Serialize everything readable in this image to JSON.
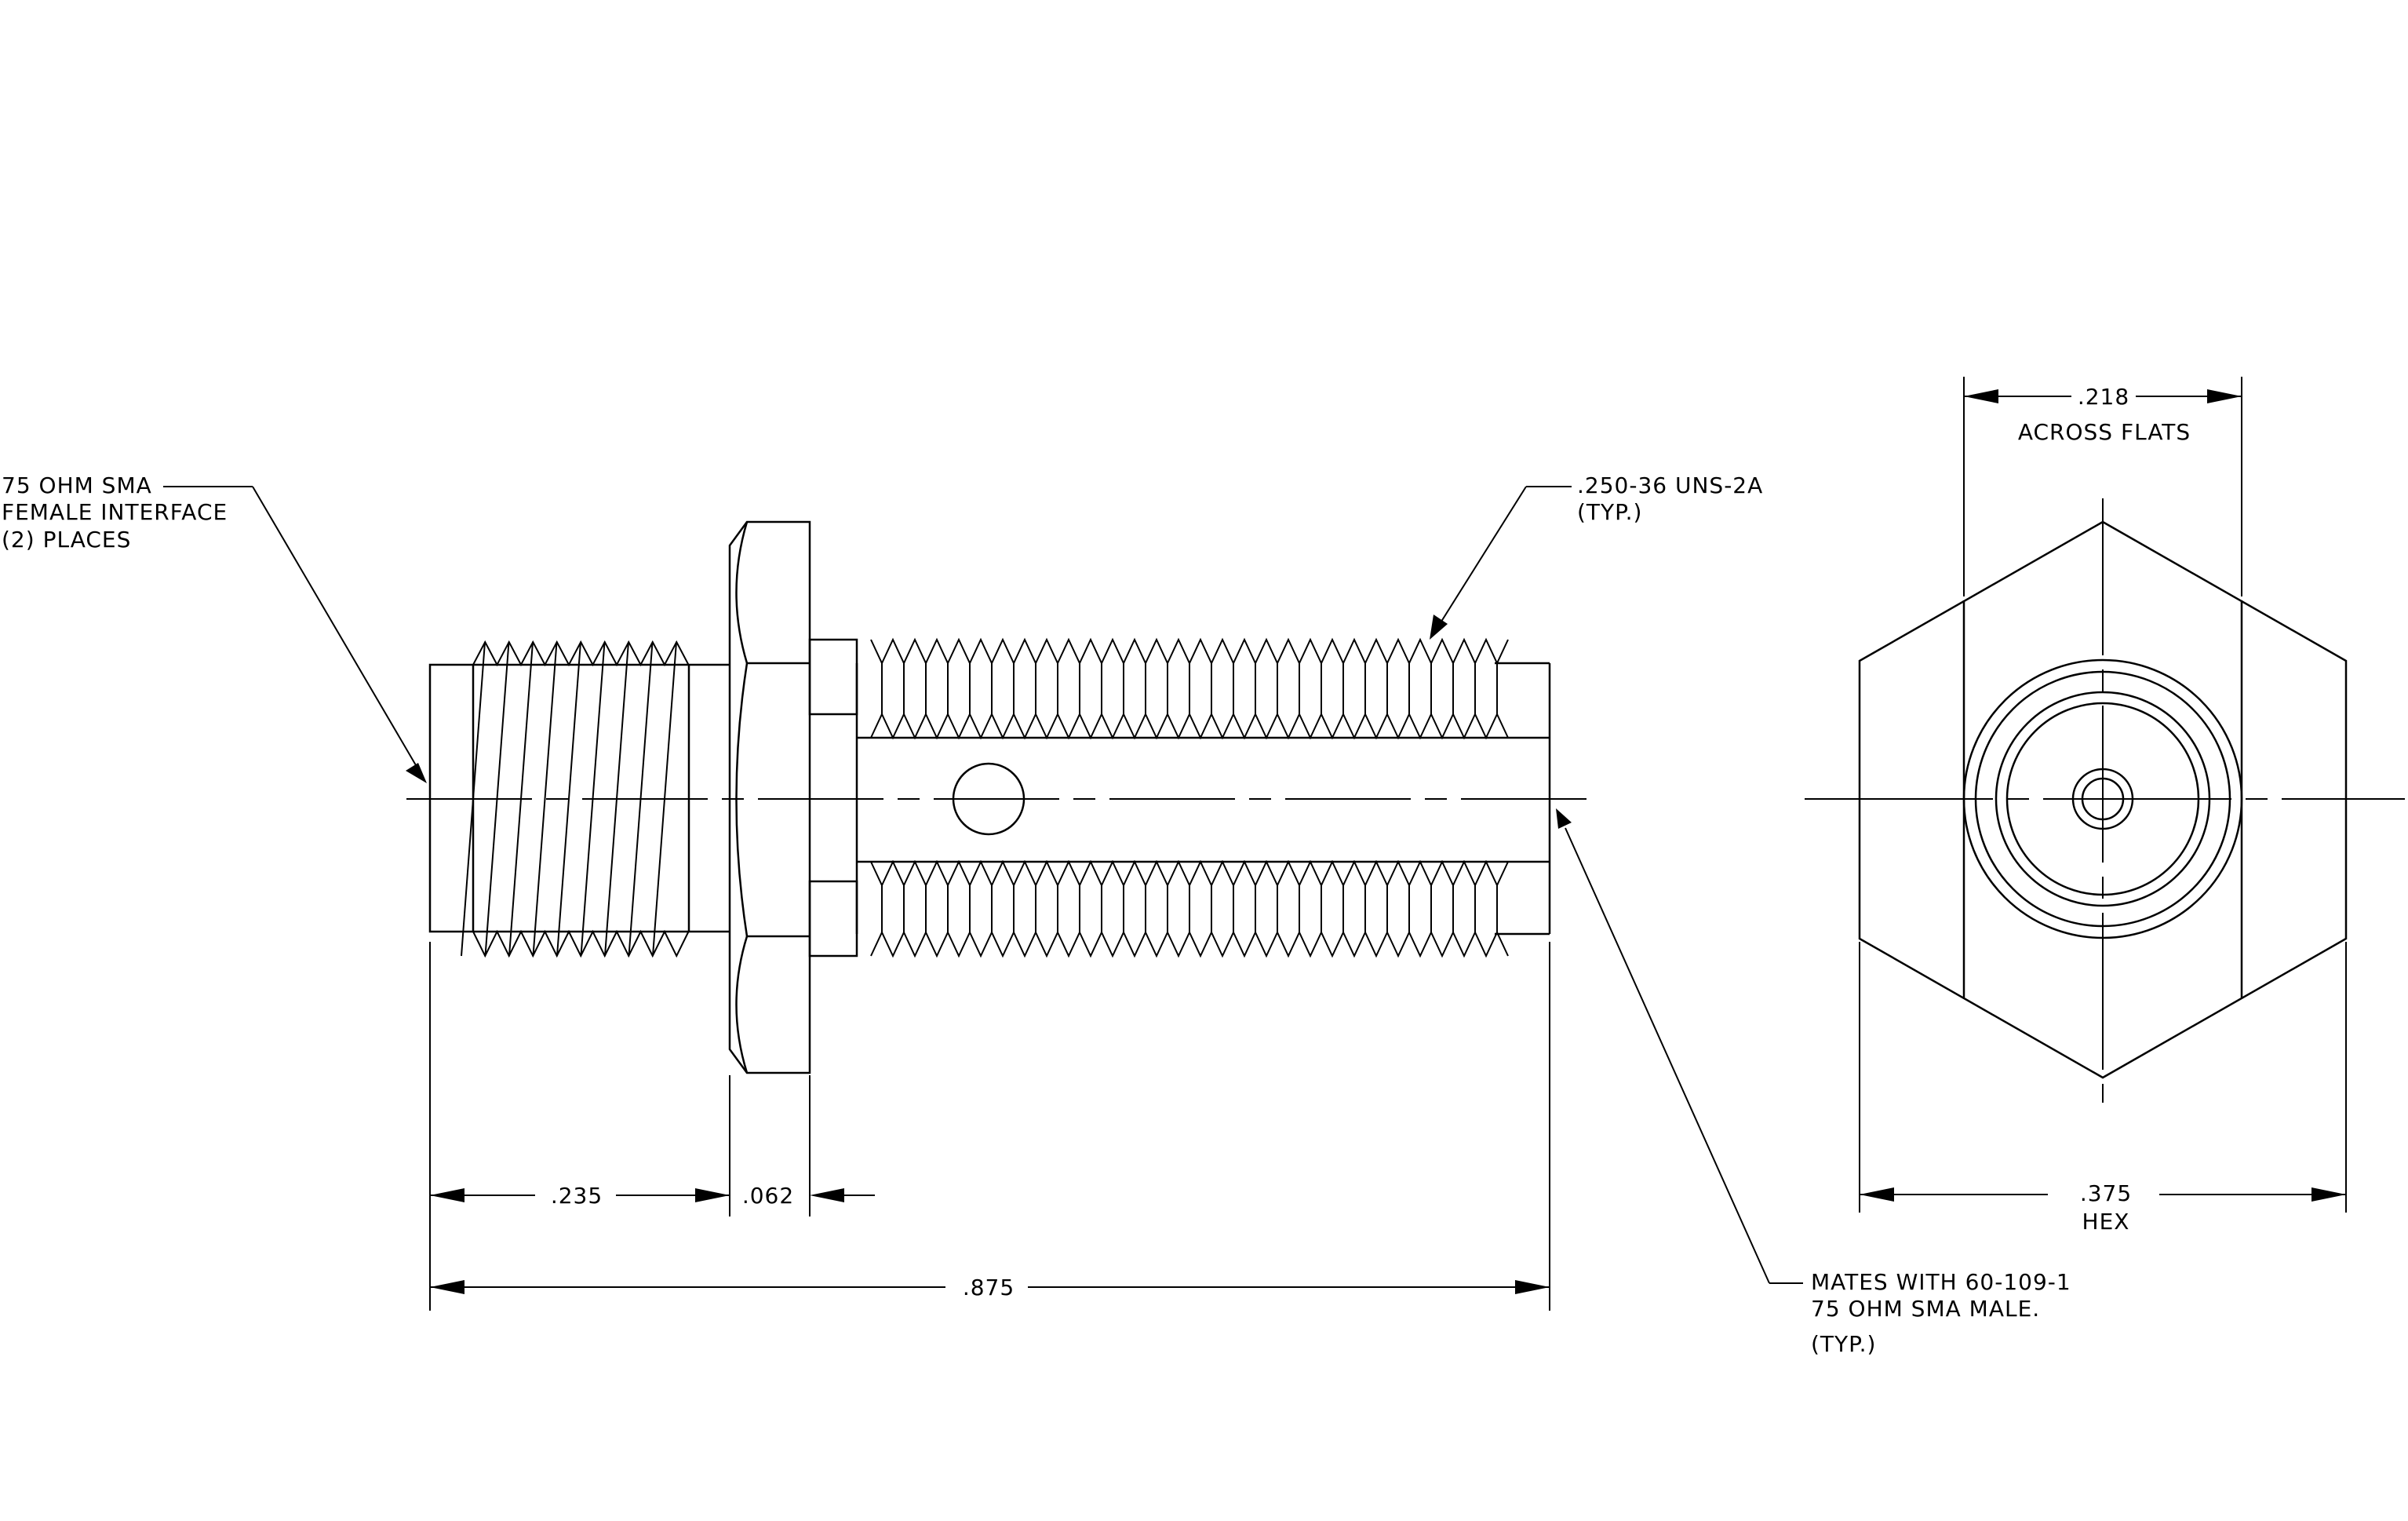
{
  "callouts": {
    "female_interface": [
      "75 OHM SMA",
      "FEMALE INTERFACE",
      "(2)  PLACES"
    ],
    "thread": [
      ".250-36 UNS-2A",
      "(TYP.)"
    ],
    "mates": [
      "MATES WITH 60-109-1",
      "75 OHM SMA MALE.",
      "(TYP.)"
    ]
  },
  "dimensions": {
    "d235": ".235",
    "d062": ".062",
    "d875": ".875",
    "d218": ".218",
    "across_flats": "ACROSS FLATS",
    "d375": ".375",
    "hex": "HEX"
  }
}
